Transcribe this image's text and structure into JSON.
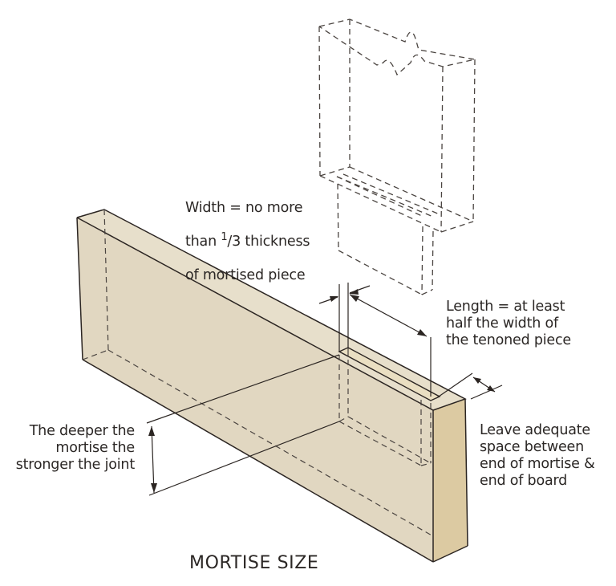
{
  "figure": {
    "title": "MORTISE SIZE",
    "colors": {
      "board_front": "#e1d7c1",
      "board_top": "#e7dfcb",
      "board_end": "#dccaa2",
      "mortise_inside": "#eadfc2",
      "line": "#2b2522",
      "dashed_line": "#4a4440"
    },
    "annotations": {
      "width": {
        "line1": "Width = no more",
        "line2_prefix": "than ",
        "fraction_num": "1",
        "fraction_den": "3",
        "line2_suffix": " thickness",
        "line3": "of mortised piece"
      },
      "length": "Length = at least\nhalf the width of\nthe tenoned piece",
      "end_space": "Leave adequate\nspace between\nend of mortise &\nend of board",
      "depth": "The deeper the\nmortise the\nstronger the joint"
    },
    "parts": [
      {
        "name": "mortised board",
        "style": "solid, shaded"
      },
      {
        "name": "tenoned piece",
        "style": "dashed outline (hidden)"
      },
      {
        "name": "mortise slot",
        "style": "recessed opening in top edge"
      }
    ]
  }
}
